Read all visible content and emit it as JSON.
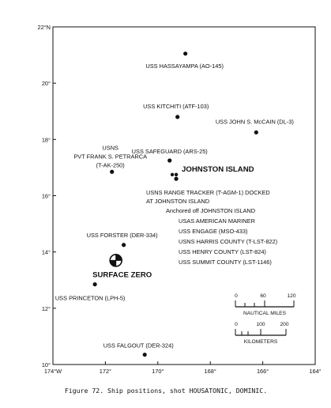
{
  "axes": {
    "y_ticks": [
      {
        "label": "22°N",
        "value": 22
      },
      {
        "label": "20°",
        "value": 20
      },
      {
        "label": "18°",
        "value": 18
      },
      {
        "label": "16°",
        "value": 16
      },
      {
        "label": "14°",
        "value": 14
      },
      {
        "label": "12°",
        "value": 12
      },
      {
        "label": "10°",
        "value": 10
      }
    ],
    "x_ticks": [
      {
        "label": "174°W",
        "value": 174
      },
      {
        "label": "172°",
        "value": 172
      },
      {
        "label": "170°",
        "value": 170
      },
      {
        "label": "168°",
        "value": 168
      },
      {
        "label": "166°",
        "value": 166
      },
      {
        "label": "164°",
        "value": 164
      }
    ]
  },
  "ships": [
    {
      "lines": [
        "USS HASSAYAMPA (AO-145)"
      ],
      "lon": 168.95,
      "lat": 21.05
    },
    {
      "lines": [
        "USS KITCHITI (ATF-103)"
      ],
      "lon": 169.25,
      "lat": 18.8
    },
    {
      "lines": [
        "USS JOHN S. McCAIN (DL-3)"
      ],
      "lon": 166.25,
      "lat": 18.25
    },
    {
      "lines": [
        "USNS",
        "PVT FRANK S. PETRARCA",
        "(T-AK-250)"
      ],
      "lon": 171.75,
      "lat": 16.85
    },
    {
      "lines": [
        "USS SAFEGUARD (ARS-25)"
      ],
      "lon": 169.55,
      "lat": 17.25
    },
    {
      "lines": [
        "USNS RANGE TRACKER (T-AGM-1) DOCKED",
        "AT JOHNSTON ISLAND"
      ],
      "lon": 169.3,
      "lat": 16.6
    },
    {
      "lines": [
        "USS FORSTER (DER-334)"
      ],
      "lon": 171.3,
      "lat": 14.25
    },
    {
      "lines": [
        "USS PRINCETON (LPH-5)"
      ],
      "lon": 172.4,
      "lat": 12.85
    },
    {
      "lines": [
        "USS FALGOUT (DER-324)"
      ],
      "lon": 170.5,
      "lat": 10.35
    }
  ],
  "island": {
    "label": "JOHNSTON ISLAND",
    "lon": 169.45,
    "lat": 16.75
  },
  "surface_zero": {
    "label": "SURFACE ZERO",
    "lon": 171.6,
    "lat": 13.7
  },
  "anchored": {
    "heading": "Anchored off JOHNSTON ISLAND",
    "ships": [
      "USAS AMERICAN MARINER",
      "USS ENGAGE (MSO-433)",
      "USNS HARRIS COUNTY (T-LST-822)",
      "USS HENRY COUNTY (LST-824)",
      "USS SUMMIT COUNTY (LST-1146)"
    ]
  },
  "scale": {
    "nautical_miles": {
      "ticks": [
        "0",
        "60",
        "120"
      ],
      "caption": "NAUTICAL MILES"
    },
    "kilometers": {
      "ticks": [
        "0",
        "100",
        "200"
      ],
      "caption": "KILOMETERS"
    }
  },
  "caption": "Figure 72.  Ship positions, shot HOUSATONIC, DOMINIC."
}
